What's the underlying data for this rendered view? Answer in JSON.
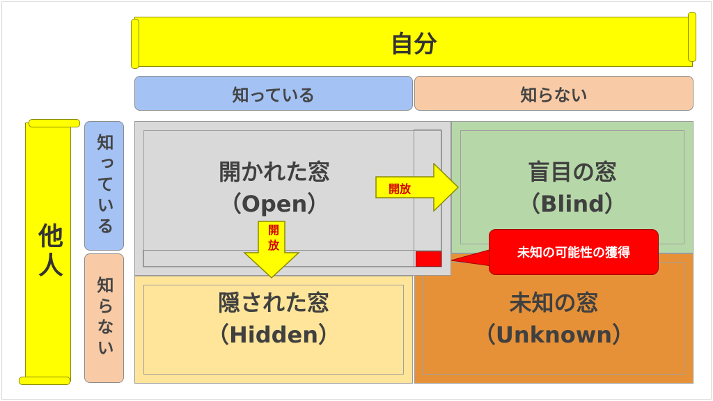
{
  "header": {
    "self_label": "自分",
    "others_label": "他人"
  },
  "columns": {
    "known": "知っている",
    "unknown": "知らない"
  },
  "rows": {
    "known": "知っている",
    "unknown": "知らない"
  },
  "quadrants": {
    "open": {
      "title": "開かれた窓",
      "subtitle": "（Open）"
    },
    "blind": {
      "title": "盲目の窓",
      "subtitle": "（Blind）"
    },
    "hidden": {
      "title": "隠された窓",
      "subtitle": "（Hidden）"
    },
    "unknown": {
      "title": "未知の窓",
      "subtitle": "（Unknown）"
    }
  },
  "arrows": {
    "right_label": "開放",
    "down_label": "開放"
  },
  "callout": {
    "text": "未知の可能性の獲得"
  },
  "colors": {
    "scroll": "#ffff00",
    "known": "#a4c2f4",
    "unknown": "#f8cba6",
    "open": "#d9d9d9",
    "blind": "#b6d7a8",
    "hidden": "#ffe599",
    "unknown_quad": "#e69138",
    "accent_red": "#ff0000",
    "arrow_label": "#d40000"
  }
}
